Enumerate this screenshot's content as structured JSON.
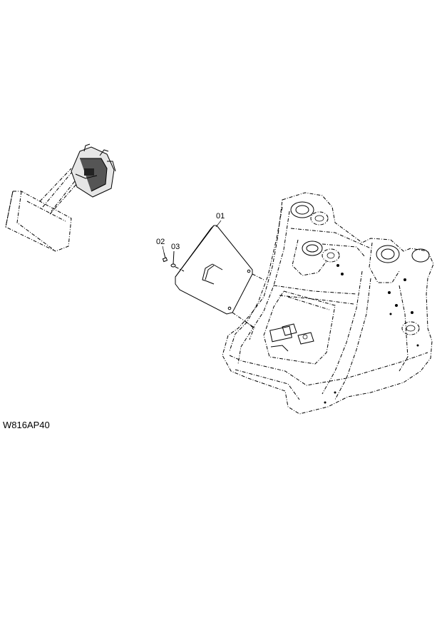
{
  "diagram": {
    "figure_code": "W816AP40",
    "callouts": [
      {
        "id": "part-01",
        "label": "01"
      },
      {
        "id": "part-02",
        "label": "02"
      },
      {
        "id": "part-03",
        "label": "03"
      }
    ]
  }
}
